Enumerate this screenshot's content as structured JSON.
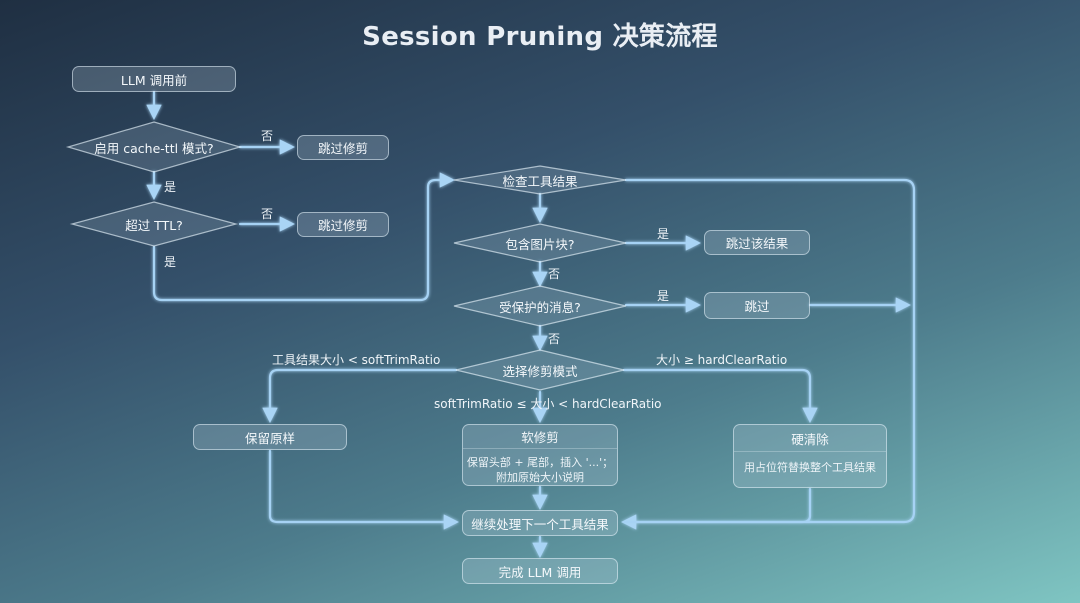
{
  "title": "Session Pruning 决策流程",
  "nodes": {
    "llm_before": "LLM 调用前",
    "cache_ttl_q": "启用 cache-ttl 模式?",
    "skip_prune_1": "跳过修剪",
    "over_ttl_q": "超过 TTL?",
    "skip_prune_2": "跳过修剪",
    "check_results": "检查工具结果",
    "contains_image_q": "包含图片块?",
    "skip_result": "跳过该结果",
    "protected_q": "受保护的消息?",
    "skip": "跳过",
    "choose_mode": "选择修剪模式",
    "keep_original": "保留原样",
    "soft_trim": "软修剪",
    "soft_trim_desc_1": "保留头部 + 尾部，插入 '...'；",
    "soft_trim_desc_2": "附加原始大小说明",
    "hard_clear": "硬清除",
    "hard_clear_desc": "用占位符替换整个工具结果",
    "continue_next": "继续处理下一个工具结果",
    "done": "完成 LLM 调用"
  },
  "edge_labels": {
    "no_1": "否",
    "yes_1": "是",
    "no_2": "否",
    "yes_2": "是",
    "yes_3": "是",
    "no_3": "否",
    "yes_4": "是",
    "no_4": "否",
    "soft_left": "工具结果大小 < softTrimRatio",
    "soft_mid": "softTrimRatio ≤ 大小 < hardClearRatio",
    "hard_right": "大小 ≥ hardClearRatio"
  }
}
